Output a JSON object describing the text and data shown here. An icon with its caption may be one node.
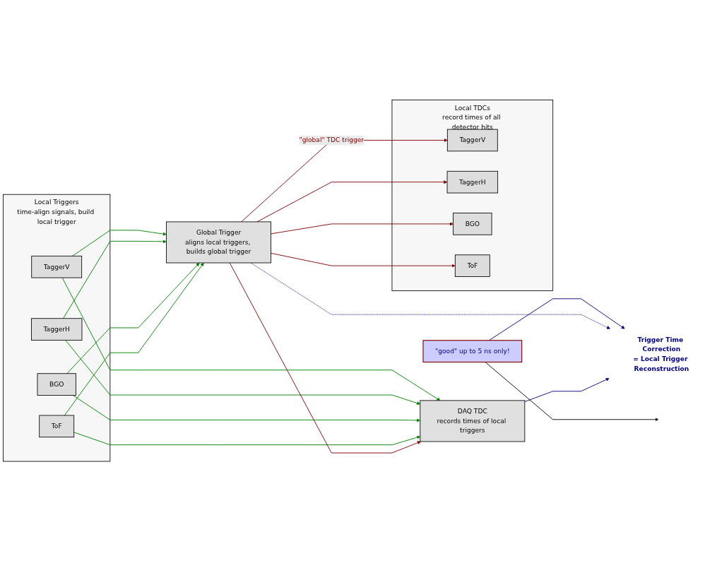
{
  "diagram": {
    "nodes": [
      {
        "text": [
          "Local Triggers",
          "time-align signals, build local trigger"
        ]
      },
      {
        "text": [
          "TaggerV"
        ],
        "in": 0
      },
      {
        "text": [
          "TaggerH"
        ],
        "in": 0
      },
      {
        "text": [
          "BGO"
        ],
        "in": 0
      },
      {
        "text": [
          "ToF"
        ],
        "in": 0
      },
      {
        "text": [
          "Global Trigger",
          "aligns local triggers, builds global trigger"
        ]
      },
      {
        "text": [
          "DAQ TDC",
          "records times of local triggers"
        ]
      },
      {
        "text": [
          "Local TDCs",
          "record times of all detector hits"
        ]
      },
      {
        "text": [
          "TaggerV"
        ],
        "in": 7
      },
      {
        "text": [
          "TaggerH"
        ],
        "in": 7
      },
      {
        "text": [
          "BGO"
        ],
        "in": 7
      },
      {
        "text": [
          "ToF"
        ],
        "in": 7
      },
      {
        "text": [
          "\"good\" up to 5 ns only!"
        ]
      },
      {
        "text": [
          "Trigger Time Correction",
          "= Local Trigger Reconstruction"
        ]
      }
    ],
    "edges": [
      {
        "from": 1,
        "to": 5,
        "arrow": "to"
      },
      {
        "from": 2,
        "to": 5,
        "arrow": "to"
      },
      {
        "from": 3,
        "to": 5,
        "arrow": "to"
      },
      {
        "from": 4,
        "to": 5,
        "arrow": "to"
      },
      {
        "from": 1,
        "to": 6,
        "arrow": "to"
      },
      {
        "from": 2,
        "to": 6,
        "arrow": "to"
      },
      {
        "from": 3,
        "to": 6,
        "arrow": "to"
      },
      {
        "from": 4,
        "to": 6,
        "arrow": "to"
      },
      {
        "from": 5,
        "to": 8,
        "arrow": "to",
        "label": "\"global\" TDC trigger",
        "color": "#800000"
      },
      {
        "from": 5,
        "to": 9,
        "arrow": "to",
        "color": "#800000"
      },
      {
        "from": 5,
        "to": 10,
        "arrow": "to",
        "color": "#800000"
      },
      {
        "from": 5,
        "to": 11,
        "arrow": "to",
        "color": "#800000"
      },
      {
        "from": 5,
        "to": 6,
        "arrow": "to",
        "color": "#800000"
      },
      {
        "from": 12,
        "to": null,
        "arrow": "to",
        "color": "#000000"
      },
      {
        "from": 12,
        "to": 13,
        "arrow": "to",
        "color": "#000080"
      },
      {
        "from": 5,
        "to": 13,
        "arrow": "to",
        "style": "dashed",
        "color": "#000080"
      },
      {
        "from": 6,
        "to": 13,
        "arrow": "to",
        "color": "#000080"
      }
    ]
  }
}
